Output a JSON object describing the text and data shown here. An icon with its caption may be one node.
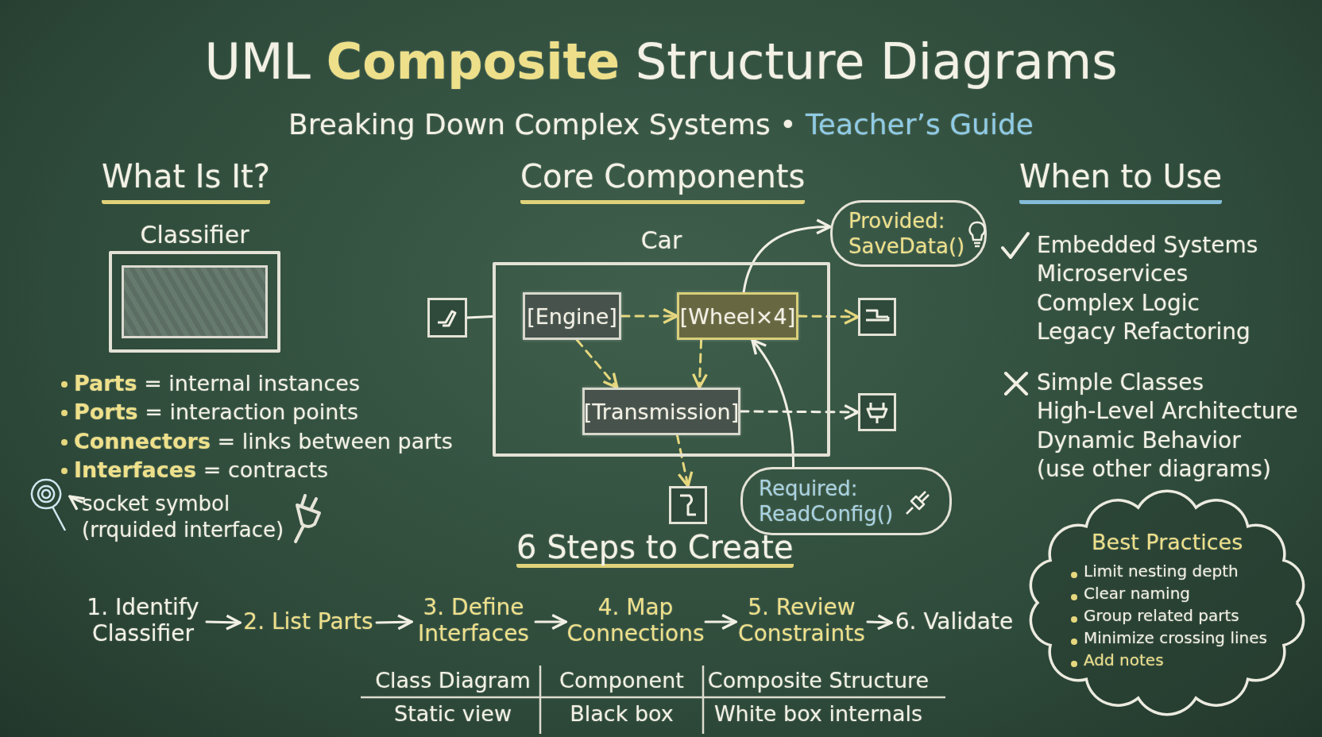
{
  "diagram": {
    "title": "UML **Composite** Structure Diagrams",
    "nodes": [
      {
        "text": [
          "Classifier"
        ]
      },
      {
        "text": [
          "Car"
        ]
      },
      {
        "text": [
          "[Engine]"
        ],
        "in": 1
      },
      {
        "text": [
          "[Wheel×4]"
        ],
        "in": 1
      },
      {
        "text": [
          "[Transmission]"
        ],
        "in": 1
      },
      {
        "text": [],
        "shape": "box"
      },
      {
        "text": [],
        "shape": "box"
      },
      {
        "text": [],
        "shape": "box"
      },
      {
        "text": [],
        "shape": "box"
      },
      {
        "text": [
          "Provided: SaveData()"
        ]
      },
      {
        "text": [
          "Required: ReadConfig()"
        ]
      },
      {
        "text": [
          "1. Identify Classifier"
        ]
      },
      {
        "text": [
          "2. List Parts"
        ]
      },
      {
        "text": [
          "3. Define Interfaces"
        ]
      },
      {
        "text": [
          "4. Map Connections"
        ]
      },
      {
        "text": [
          "5. Review Constraints"
        ]
      },
      {
        "text": [
          "6. Validate"
        ]
      },
      {
        "text": [
          "Best Practices",
          "Limit nesting depth",
          "Clear naming",
          "Group related parts",
          "Minimize crossing lines",
          "Add notes"
        ]
      },
      {
        "text": [
          "socket symbol (rrquided interface)"
        ]
      },
      {
        "text": [],
        "shape": "picture"
      }
    ],
    "edges": [
      {
        "from": 5,
        "to": 1,
        "arrow": "none"
      },
      {
        "from": 2,
        "to": 3,
        "arrow": "to",
        "style": "dashed",
        "color": "#e6d77e"
      },
      {
        "from": 3,
        "to": 6,
        "arrow": "to",
        "style": "dashed",
        "color": "#e6d77e"
      },
      {
        "from": 2,
        "to": 4,
        "arrow": "to",
        "style": "dashed",
        "color": "#e6d77e"
      },
      {
        "from": 3,
        "to": 4,
        "arrow": "to",
        "style": "dashed",
        "color": "#e6d77e"
      },
      {
        "from": 4,
        "to": 7,
        "arrow": "to",
        "style": "dashed"
      },
      {
        "from": 4,
        "to": 8,
        "arrow": "to",
        "style": "dashed",
        "color": "#e6d77e"
      },
      {
        "from": 3,
        "to": 9,
        "arrow": "to"
      },
      {
        "from": 10,
        "to": 3,
        "arrow": "to"
      },
      {
        "from": 11,
        "to": 12,
        "arrow": "to"
      },
      {
        "from": 12,
        "to": 13,
        "arrow": "to"
      },
      {
        "from": 13,
        "to": 14,
        "arrow": "to"
      },
      {
        "from": 14,
        "to": 15,
        "arrow": "to"
      },
      {
        "from": 15,
        "to": 16,
        "arrow": "to"
      },
      {
        "from": 18,
        "to": 19,
        "arrow": "to"
      }
    ],
    "labels": [
      "Breaking Down Complex Systems • **Teacher’s Guide**",
      "What Is It?",
      "**Parts** = internal instances",
      "**Ports** = interaction points",
      "**Connectors** = links between parts",
      "**Interfaces** = contracts",
      "Core Components",
      "When to Use",
      "Embedded Systems",
      "Microservices",
      "Complex Logic",
      "Legacy Refactoring",
      "Simple Classes",
      "High-Level Architecture",
      "Dynamic Behavior",
      "(use other diagrams)",
      "6 Steps to Create",
      "Class Diagram",
      "Component",
      "Composite Structure",
      "Static view",
      "Black box",
      "White box internals"
    ]
  }
}
